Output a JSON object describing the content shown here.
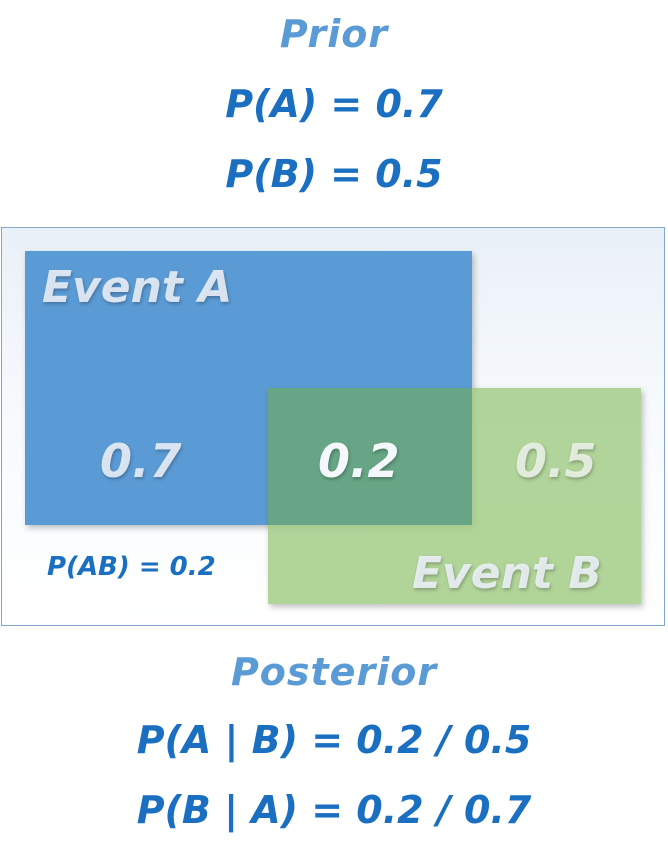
{
  "prior": {
    "title": "Prior",
    "pa": "P(A) = 0.7",
    "pb": "P(B) = 0.5"
  },
  "diagram": {
    "event_a_label": "Event A",
    "event_b_label": "Event B",
    "value_a_only": "0.7",
    "value_ab": "0.2",
    "value_b": "0.5",
    "pab_label": "P(AB) = 0.2"
  },
  "posterior": {
    "title": "Posterior",
    "p_a_given_b": "P(A | B) = 0.2 / 0.5",
    "p_b_given_a": "P(B | A) = 0.2 / 0.7"
  },
  "colors": {
    "heading": "#5b9bd5",
    "formula": "#1a6fc0",
    "event_a": "#5b9bd5",
    "event_b": "#a0ca82",
    "overlap": "#66a585"
  }
}
